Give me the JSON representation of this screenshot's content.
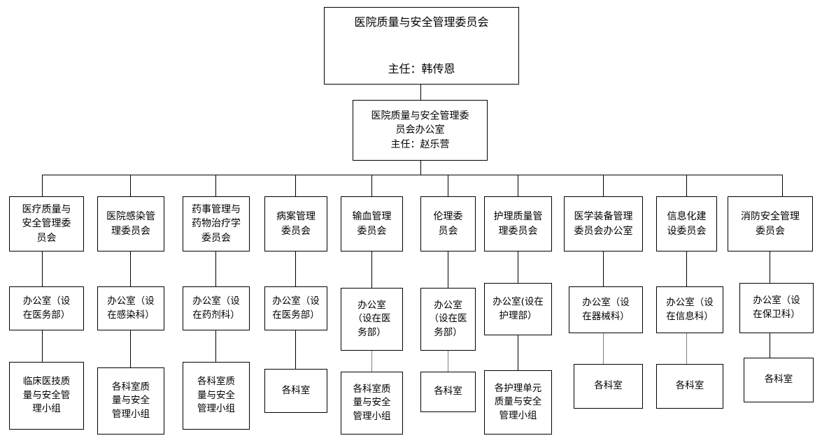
{
  "diagram": {
    "title_box": {
      "line1": "医院质量与安全管理委员会",
      "line2": "主任：韩传恩",
      "text": "医院质量与安全管理委员会\n\n主任：韩传恩"
    },
    "office_box": {
      "text": "医院质量与安全管理委\n员会办公室\n主任：赵乐营"
    },
    "committees": [
      {
        "name": "医疗质量与\n安全管理委\n员会",
        "office": "办公室（设\n在医务部）",
        "group": "临床医技质\n量与安全管\n理小组"
      },
      {
        "name": "医院感染管\n理委员会",
        "office": "办公室（设\n在感染科）",
        "group": "各科室质\n量与安全\n管理小组"
      },
      {
        "name": "药事管理与\n药物治疗学\n委员会",
        "office": "办公室（设\n在药剂科）",
        "group": "各科室质\n量与安全\n管理小组"
      },
      {
        "name": "病案管理\n委员会",
        "office": "办公室（设\n在医务部）",
        "group": "各科室"
      },
      {
        "name": "输血管理\n委员会",
        "office": "办公室\n（设在医\n务部）",
        "group": "各科室质\n量与安全\n管理小组"
      },
      {
        "name": "伦理委\n员会",
        "office": "办公室\n（设在医\n务部）",
        "group": "各科室"
      },
      {
        "name": "护理质量管\n理委员会",
        "office": "办公室(设在\n护理部）",
        "group": "各护理单元\n质量与安全\n管理小组"
      },
      {
        "name": "医学装备管理\n委员会办公室",
        "office": "办公室（设\n在器械科）",
        "group": "各科室"
      },
      {
        "name": "信息化建\n设委员会",
        "office": "办公室（设\n在信息科）",
        "group": "各科室"
      },
      {
        "name": "消防安全管理\n委员会",
        "office": "办公室（设\n在保卫科）",
        "group": "各科室"
      }
    ]
  }
}
